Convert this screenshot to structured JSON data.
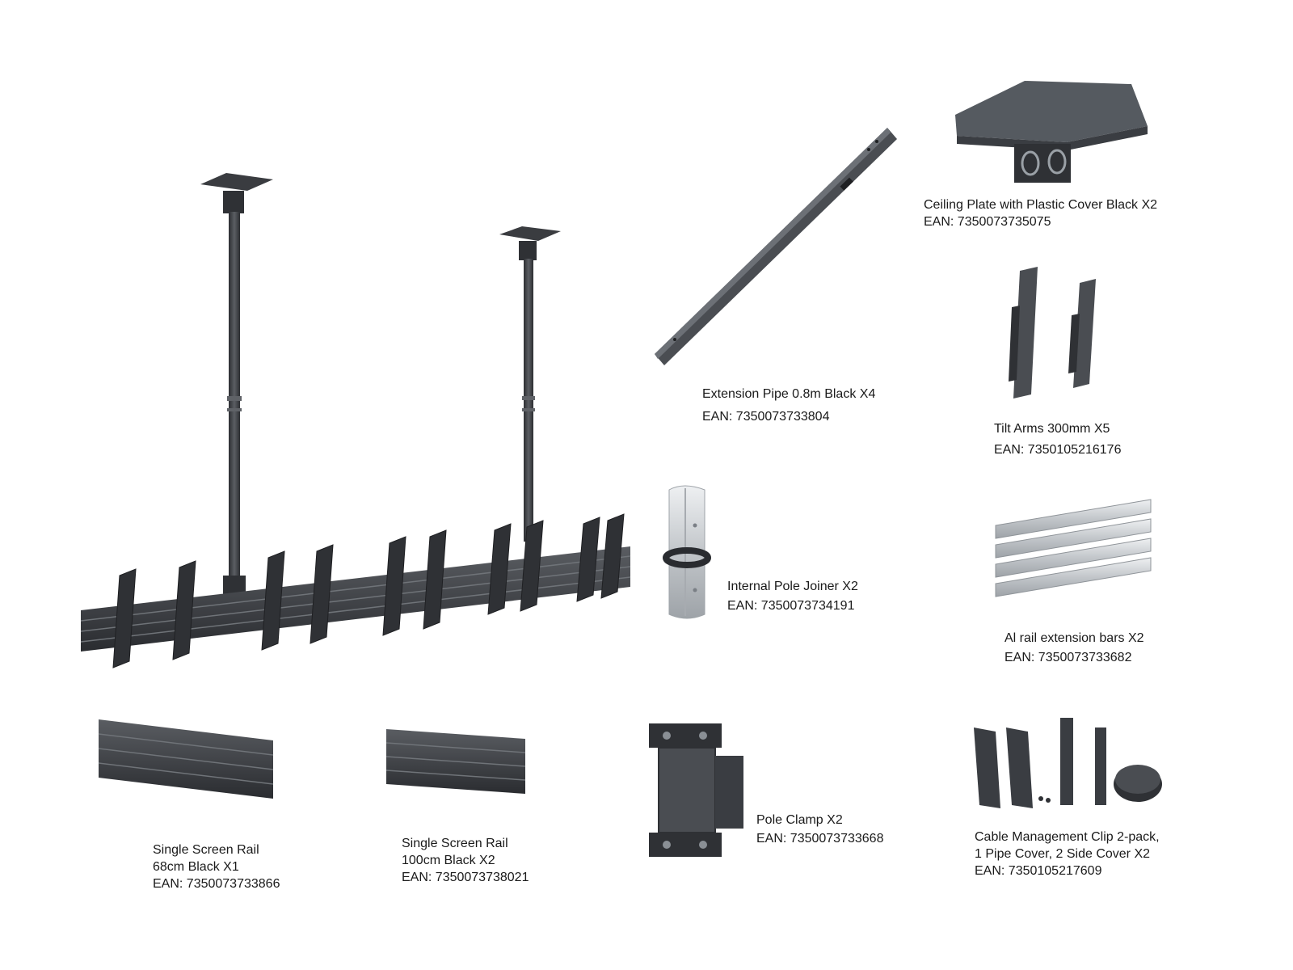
{
  "colors": {
    "metal_dark": "#2f3135",
    "metal_mid": "#4a4d52",
    "metal_light": "#6c7076",
    "silver": "#c9ccd0",
    "silver_light": "#e4e6e8",
    "text": "#1a1a1a"
  },
  "components": {
    "ceiling_plate": {
      "name": "Ceiling Plate with Plastic Cover Black X2",
      "ean": "EAN: 7350073735075"
    },
    "extension_pipe": {
      "name": "Extension Pipe 0.8m Black X4",
      "ean": "EAN: 7350073733804"
    },
    "tilt_arms": {
      "name": "Tilt Arms 300mm X5",
      "ean": "EAN: 7350105216176"
    },
    "pole_joiner": {
      "name": "Internal Pole Joiner X2",
      "ean": "EAN: 7350073734191"
    },
    "rail_extension": {
      "name": "Al rail extension bars X2",
      "ean": "EAN: 7350073733682"
    },
    "rail_68": {
      "name": "Single Screen Rail",
      "size": "68cm Black X1",
      "ean": "EAN: 7350073733866"
    },
    "rail_100": {
      "name": "Single Screen Rail",
      "size": "100cm Black X2",
      "ean": "EAN: 7350073738021"
    },
    "pole_clamp": {
      "name": "Pole Clamp X2",
      "ean": "EAN: 7350073733668"
    },
    "cable_clip": {
      "name": "Cable Management Clip 2-pack,",
      "detail": "1 Pipe Cover, 2 Side Cover X2",
      "ean": "EAN: 7350105217609"
    }
  }
}
